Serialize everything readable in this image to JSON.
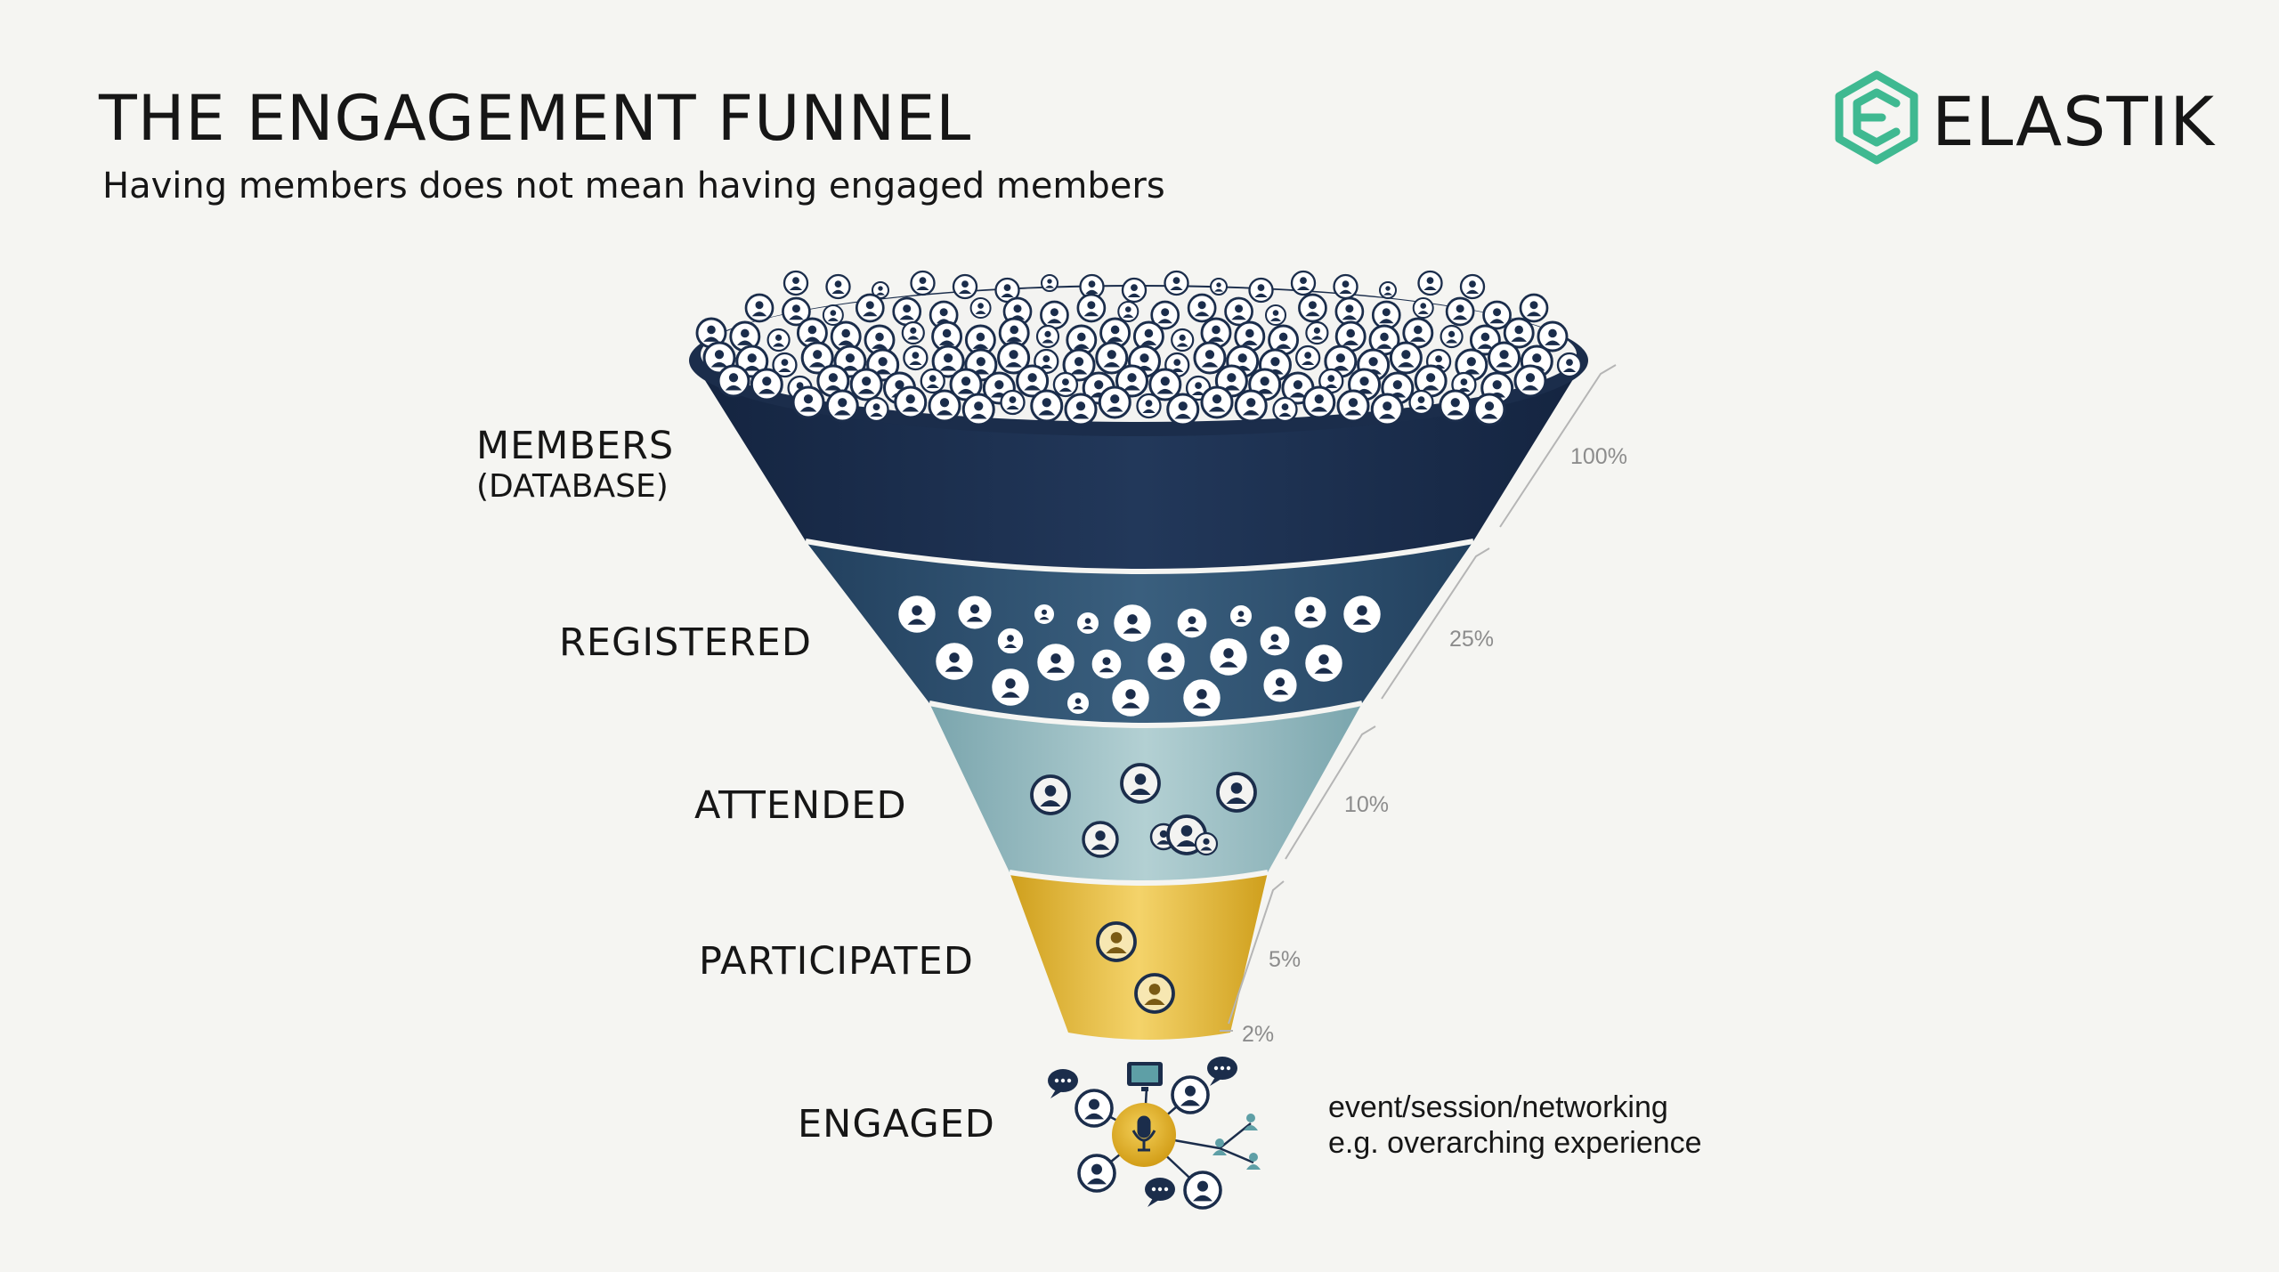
{
  "header": {
    "title": "THE ENGAGEMENT FUNNEL",
    "subtitle": "Having members does not mean having engaged members"
  },
  "brand": {
    "name": "ELASTIK",
    "mark_color": "#3fb991"
  },
  "stages": [
    {
      "label": "MEMBERS",
      "sublabel": "(DATABASE)",
      "percent": "100%",
      "color": "#1b2d4b"
    },
    {
      "label": "REGISTERED",
      "percent": "25%",
      "color": "#2e4f6e"
    },
    {
      "label": "ATTENDED",
      "percent": "10%",
      "color": "#8fb8bf"
    },
    {
      "label": "PARTICIPATED",
      "percent": "5%",
      "color": "#e3b82d"
    },
    {
      "label": "ENGAGED",
      "percent": "2%",
      "color": "#e0ad23"
    }
  ],
  "engaged_note": {
    "line1": "event/session/networking",
    "line2": "e.g. overarching experience"
  },
  "icons": {
    "person": "user-avatar-icon",
    "microphone": "microphone-icon",
    "chat": "chat-bubble-icon",
    "monitor": "monitor-icon"
  }
}
